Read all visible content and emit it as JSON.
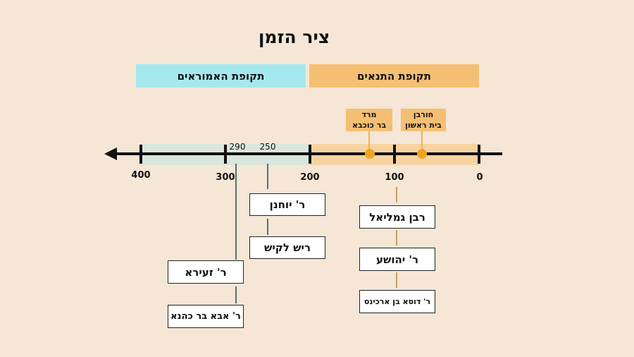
{
  "title": "ציר הזמן",
  "periods": {
    "amoraim": {
      "label": "תקופת האמוראים",
      "color": "#a5e8ee"
    },
    "tannaim": {
      "label": "תקופת התנאים",
      "color": "#f4bf73"
    }
  },
  "axis": {
    "ticks": [
      "400",
      "300",
      "200",
      "100",
      "0"
    ],
    "year_marks": [
      "290",
      "250"
    ]
  },
  "events": [
    {
      "id": "revolt",
      "line1": "מרד",
      "line2": "בר כוכבא"
    },
    {
      "id": "destruction",
      "line1": "חורבן",
      "line2": "בית ראשון"
    }
  ],
  "sages": {
    "r_yochanan": "ר' יוחנן",
    "reish_lakish": "ריש לקיש",
    "r_zeira": "ר' זעירא",
    "r_abba": "ר' אבא בר כהנא",
    "rabban_gamliel": "רבן גמליאל",
    "r_yehoshua": "ר' יהושע",
    "r_dosa": "ר' דוסא בן ארכינס"
  },
  "colors": {
    "amoraim_band": "#d9e6dc",
    "tannaim_band": "#f7d3a1",
    "event_dot": "#f0a321",
    "axis": "#111111",
    "sage_line_amoraim": "#1f4c4c",
    "sage_line_tannaim": "#b8863a"
  }
}
